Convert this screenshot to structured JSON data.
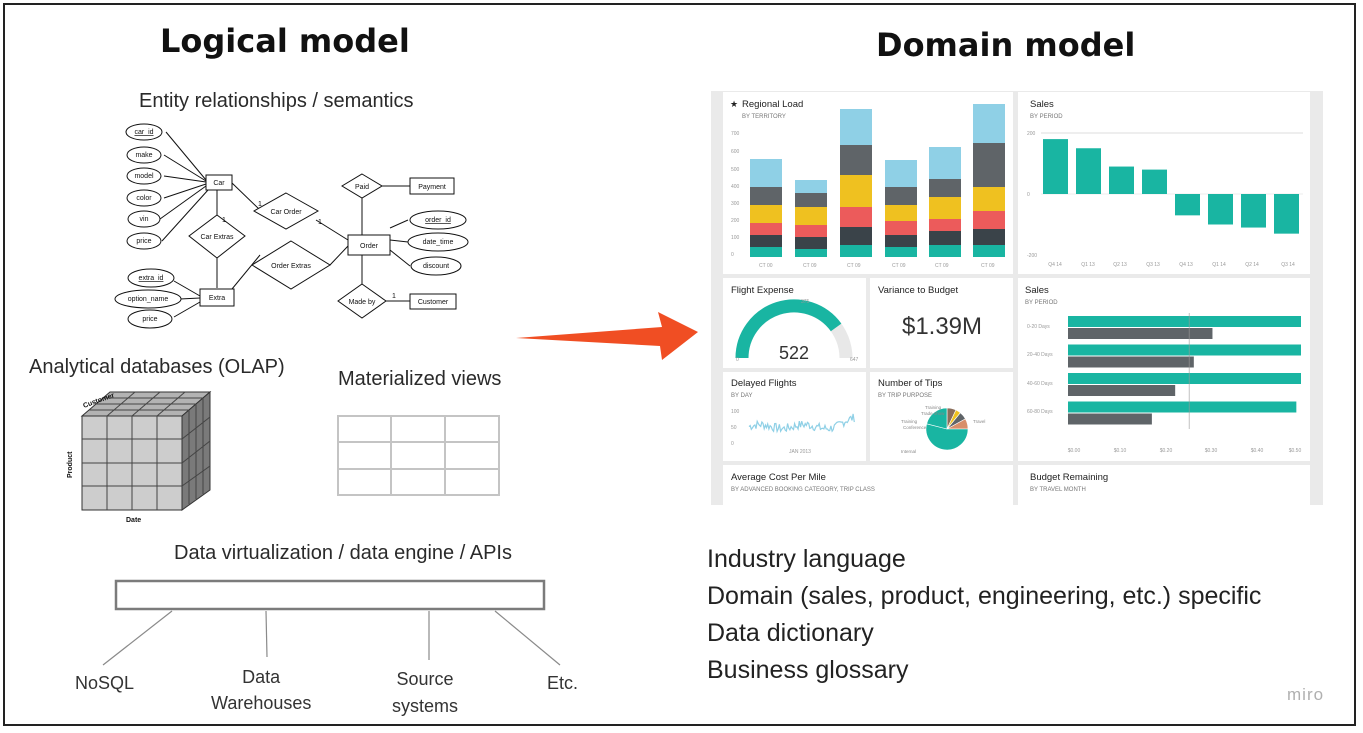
{
  "titles": {
    "left": "Logical model",
    "right": "Domain model"
  },
  "sections": {
    "er": "Entity relationships / semantics",
    "olap": "Analytical databases (OLAP)",
    "matviews": "Materialized views",
    "virtualization": "Data virtualization / data engine / APIs"
  },
  "er_diagram": {
    "car_attributes": [
      "car_id",
      "make",
      "model",
      "color",
      "vin",
      "price"
    ],
    "car": "Car",
    "car_order": "Car Order",
    "car_extras": "Car Extras",
    "order_extras": "Order Extras",
    "order": "Order",
    "paid": "Paid",
    "payment": "Payment",
    "order_attributes": [
      "order_id",
      "date_time",
      "discount"
    ],
    "made_by": "Made by",
    "customer": "Customer",
    "extra_attributes": [
      "extra_id",
      "option_name",
      "price"
    ],
    "extra": "Extra",
    "cardinalities": [
      "1",
      "1",
      "1",
      "1"
    ]
  },
  "olap_cube": {
    "axis_top": "Customer",
    "axis_left": "Product",
    "axis_bottom": "Date"
  },
  "sources": [
    {
      "lines": [
        "NoSQL"
      ]
    },
    {
      "lines": [
        "Data",
        "Warehouses"
      ]
    },
    {
      "lines": [
        "Source",
        "systems"
      ]
    },
    {
      "lines": [
        "Etc."
      ]
    }
  ],
  "dashboard": {
    "regional_load": {
      "title": "Regional Load",
      "subtitle": "BY TERRITORY",
      "y_ticks": [
        "700",
        "600",
        "500",
        "400",
        "300",
        "200",
        "100",
        "0"
      ],
      "x_ticks": [
        "CT 00",
        "CT 09",
        "CT 09",
        "CT 09",
        "CT 09",
        "CT 09"
      ]
    },
    "sales_period": {
      "title": "Sales",
      "subtitle": "BY PERIOD",
      "y_ticks": [
        "200",
        "0",
        "-200"
      ],
      "categories": [
        "Q4 14",
        "Q1 13",
        "Q2 13",
        "Q3 13",
        "Q4 13",
        "Q1 14",
        "Q2 14",
        "Q3 14"
      ],
      "values": [
        180,
        150,
        90,
        80,
        -70,
        -100,
        -110,
        -130
      ]
    },
    "flight_expense": {
      "title": "Flight Expense",
      "value": "522",
      "min": "0",
      "max": "647",
      "target": "375",
      "fraction": 0.8
    },
    "variance": {
      "title": "Variance to Budget",
      "value": "$1.39M"
    },
    "sales_bars": {
      "title": "Sales",
      "subtitle": "BY PERIOD",
      "categories": [
        "0-20 Days",
        "20-40 Days",
        "40-60 Days",
        "60-80 Days"
      ],
      "x_ticks": [
        "$0.00",
        "$0.10",
        "$0.20",
        "$0.30",
        "$0.40",
        "$0.50"
      ],
      "series": [
        {
          "values": [
            0.5,
            0.5,
            0.5,
            0.49
          ]
        },
        {
          "values": [
            0.31,
            0.27,
            0.23,
            0.18
          ]
        }
      ],
      "target": 0.26
    },
    "delayed_flights": {
      "title": "Delayed Flights",
      "subtitle": "BY DAY",
      "y_ticks": [
        "100",
        "50",
        "0"
      ],
      "x_tick": "JAN 2013"
    },
    "number_of_tips": {
      "title": "Number of Tips",
      "subtitle": "BY TRIP PURPOSE",
      "labels": [
        "Training",
        "Trade show",
        "Training",
        "Conference",
        "Travel",
        "Internal"
      ],
      "values": [
        7,
        4,
        6,
        8,
        54,
        21
      ]
    },
    "avg_cost": {
      "title": "Average Cost Per Mile",
      "subtitle": "BY ADVANCED BOOKING CATEGORY, TRIP CLASS"
    },
    "budget_remaining": {
      "title": "Budget Remaining",
      "subtitle": "BY TRAVEL MONTH"
    }
  },
  "bullets": [
    "Industry language",
    "Domain (sales, product, engineering, etc.) specific",
    "Data dictionary",
    "Business glossary"
  ],
  "watermark": "miro",
  "colors": {
    "teal": "#19b5a2",
    "dark": "#3a4349",
    "red": "#ec5b5b",
    "yellow": "#efc120",
    "sky": "#8fd0e6",
    "grey": "#5f6468",
    "arrow": "#f04e23",
    "gauge_bg": "#e8e8e8"
  }
}
